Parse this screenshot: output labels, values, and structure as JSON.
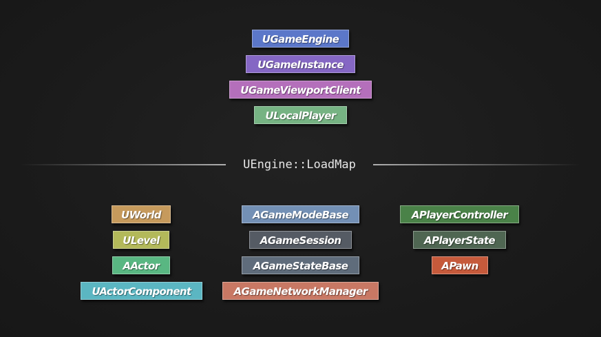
{
  "engine_stack": [
    {
      "label": "UGameEngine",
      "color": "#5b77c9"
    },
    {
      "label": "UGameInstance",
      "color": "#8567c4"
    },
    {
      "label": "UGameViewportClient",
      "color": "#b46fbb"
    },
    {
      "label": "ULocalPlayer",
      "color": "#76b383"
    }
  ],
  "divider": {
    "label": "UEngine::LoadMap"
  },
  "columns": {
    "world": [
      {
        "label": "UWorld",
        "color": "#c69a5c"
      },
      {
        "label": "ULevel",
        "color": "#b3b95a"
      },
      {
        "label": "AActor",
        "color": "#59b782"
      },
      {
        "label": "UActorComponent",
        "color": "#5bb6c2"
      }
    ],
    "game_mode": [
      {
        "label": "AGameModeBase",
        "color": "#7390b5"
      },
      {
        "label": "AGameSession",
        "color": "#555b64"
      },
      {
        "label": "AGameStateBase",
        "color": "#5f6c7b"
      },
      {
        "label": "AGameNetworkManager",
        "color": "#c87864"
      }
    ],
    "player": [
      {
        "label": "APlayerController",
        "color": "#4a8248"
      },
      {
        "label": "APlayerState",
        "color": "#4f6652"
      },
      {
        "label": "APawn",
        "color": "#c65a3b"
      }
    ]
  }
}
